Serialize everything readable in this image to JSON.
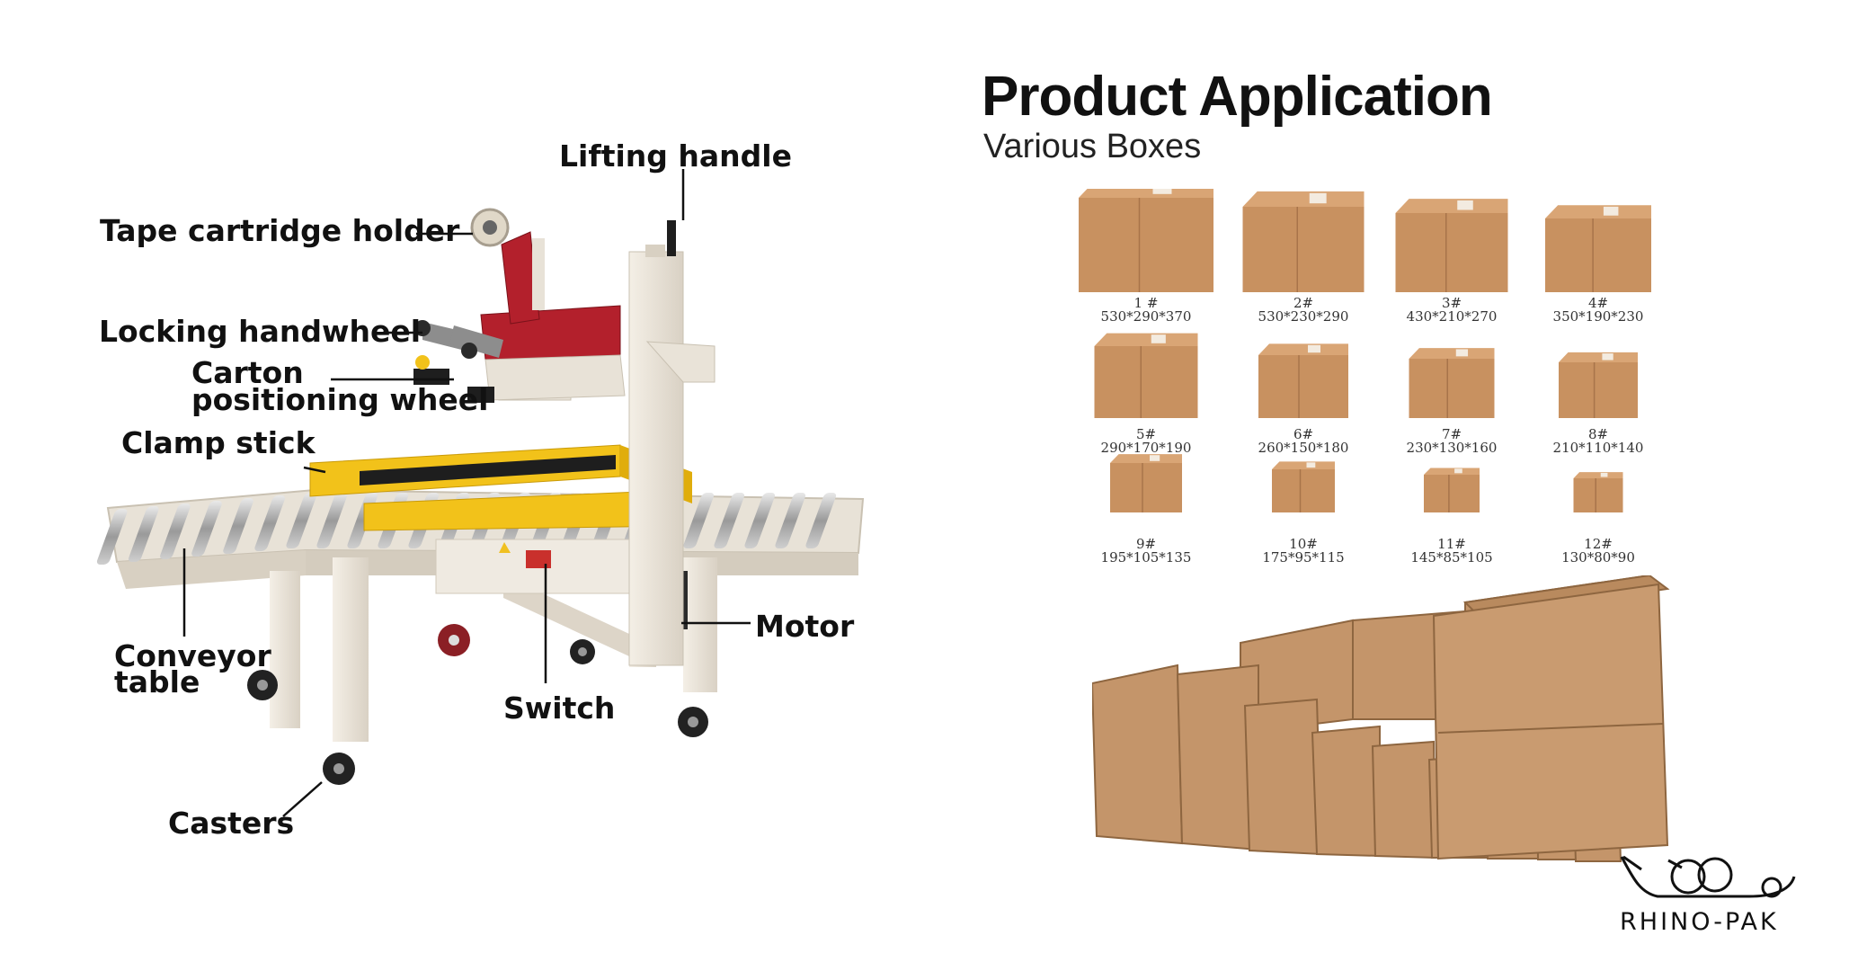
{
  "machine": {
    "labels": {
      "lifting_handle": "Lifting handle",
      "tape_cartridge_holder": "Tape cartridge holder",
      "locking_handwheel": "Locking handwheel",
      "carton_positioning_wheel_line1": "Carton",
      "carton_positioning_wheel_line2": "positioning wheel",
      "clamp_stick": "Clamp stick",
      "conveyor_table_line1": "Conveyor",
      "conveyor_table_line2": "table",
      "motor": "Motor",
      "switch": "Switch",
      "casters": "Casters"
    }
  },
  "application": {
    "title": "Product Application",
    "subtitle": "Various Boxes",
    "boxes": [
      {
        "num": "1 #",
        "dims": "530*290*370"
      },
      {
        "num": "2#",
        "dims": "530*230*290"
      },
      {
        "num": "3#",
        "dims": "430*210*270"
      },
      {
        "num": "4#",
        "dims": "350*190*230"
      },
      {
        "num": "5#",
        "dims": "290*170*190"
      },
      {
        "num": "6#",
        "dims": "260*150*180"
      },
      {
        "num": "7#",
        "dims": "230*130*160"
      },
      {
        "num": "8#",
        "dims": "210*110*140"
      },
      {
        "num": "9#",
        "dims": "195*105*135"
      },
      {
        "num": "10#",
        "dims": "175*95*115"
      },
      {
        "num": "11#",
        "dims": "145*85*105"
      },
      {
        "num": "12#",
        "dims": "130*80*90"
      }
    ]
  },
  "brand": {
    "name": "RHINO-PAK",
    "logo_icon": "rhino-logo-icon"
  },
  "colors": {
    "frame": "#ece6dc",
    "clamp_yellow": "#f2c21a",
    "tape_red": "#b3202c",
    "cardboard": "#c89160"
  }
}
